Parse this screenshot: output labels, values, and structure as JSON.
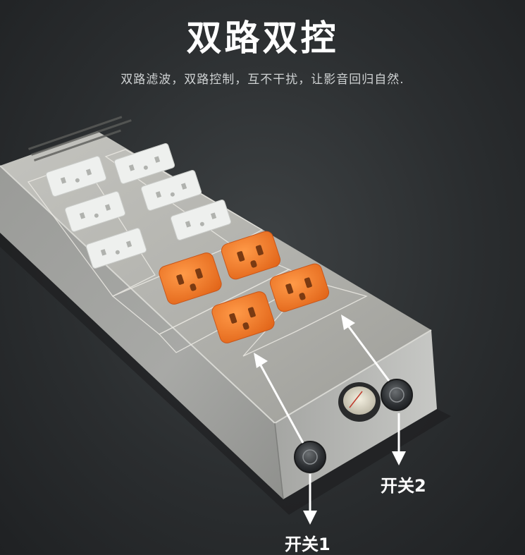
{
  "header": {
    "title": "双路双控",
    "subtitle": "双路滤波，双路控制，互不干扰，让影音回归自然."
  },
  "callouts": {
    "switch1": "开关1",
    "switch2": "开关2"
  },
  "colors": {
    "background": "#2b2e30",
    "chassis": "#a9a9a4",
    "outlet_orange": "#f07a26",
    "outlet_white": "#eef0ee",
    "arrow": "#ffffff"
  }
}
